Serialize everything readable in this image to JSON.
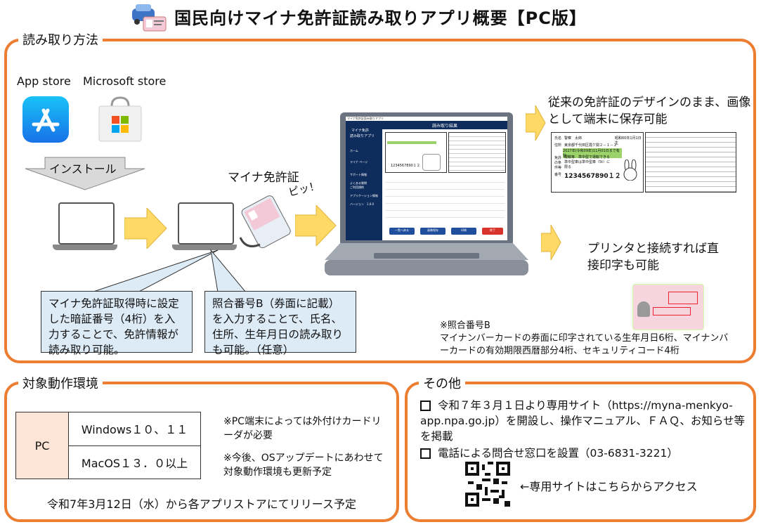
{
  "header": {
    "title": "国民向けマイナ免許証読み取りアプリ概要【PC版】"
  },
  "method": {
    "title": "読み取り方法",
    "stores": {
      "app_store": "App store",
      "microsoft_store": "Microsoft store"
    },
    "install_label": "インストール",
    "card_label": "マイナ免許証",
    "beep": "ピッ！",
    "note_pin": "マイナ免許証取得時に設定した暗証番号（4桁）を入力することで、免許情報が読み取り可能。",
    "note_serial": "照合番号B（券面に記載）を入力することで、氏名、住所、生年月日の読み取りも可能。（任意）",
    "save_text": "従来の免許証のデザインのまま、画像として端末に保存可能",
    "print_text": "プリンタと接続すれば直接印字も可能",
    "footnote_title": "※照合番号B",
    "footnote_body": "マイナンバーカードの券面に印字されている生年月日6桁、マイナンバーカードの有効期限西暦部分4桁、セキュリティコード4桁"
  },
  "app_screen": {
    "window_title": "マイナ免許証読み取りアプリ",
    "header": "読み取り結果",
    "sidebar_title_1": "マイナ免許",
    "sidebar_title_2": "読み取りアプリ",
    "menu_home": "ホーム",
    "menu_my": "マイナ ページ",
    "menu_support": "サポート情報",
    "menu_faq": "よくある質問",
    "menu_usage": "ご利用規約",
    "menu_app": "アプリケーション情報",
    "menu_version": "バージョン　1.0.0",
    "license_number": "1234567890１２",
    "btn_back": "一覧へ戻る",
    "btn_save": "画像保存",
    "btn_print": "印刷",
    "btn_end": "終了",
    "colors": {
      "btn_back": "#1F4E9C",
      "btn_save": "#1F4E9C",
      "btn_print": "#1F4E9C",
      "btn_end": "#D9342B"
    }
  },
  "saved_license": {
    "name_label": "氏名",
    "name_value": "警察　太郎",
    "birth_label": "昭和60年1月1日生",
    "address_label": "住所",
    "address_value": "東京都千代田区霞ケ関２－１－２",
    "validity": "2027年(令和09年)11月01日まで有効",
    "conditions_label": "免許の条件等",
    "conditions_value": "眼鏡等　準中型で運転できる準中型車は準中型車（5t）に限る",
    "number_label": "番号",
    "number_value": "1234567890１２"
  },
  "env": {
    "title": "対象動作環境",
    "pc_label": "PC",
    "os_windows": "Windows１０、１１",
    "os_mac": "MacOS１３．０以上",
    "note_reader": "※PC端末によっては外付けカードリーダが必要",
    "note_update": "※今後、OSアップデートにあわせて対象動作環境も更新予定",
    "release": "令和7年3月12日（水）から各アプリストアにてリリース予定"
  },
  "other": {
    "title": "その他",
    "item1": "令和７年３月１日より専用サイト（https://myna-menkyo-app.npa.go.jp）を開設し、操作マニュアル、ＦＡＱ、お知らせ等を掲載",
    "item2": "電話による問合せ窓口を設置（03-6831-3221）",
    "qr_note": "←専用サイトはこちらからアクセス"
  }
}
